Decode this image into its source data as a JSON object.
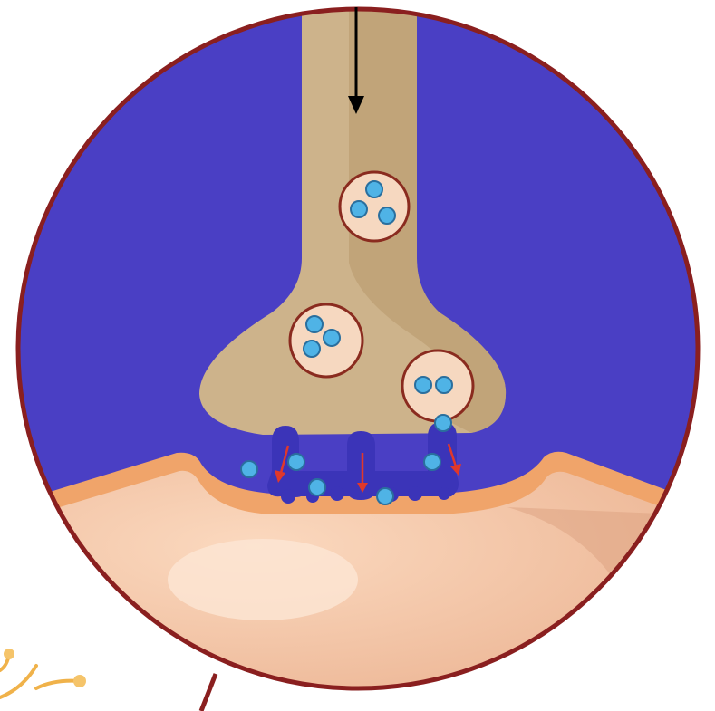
{
  "diagram": {
    "colors": {
      "synaptic_cleft": "#4a3fc4",
      "circle_border": "#8a1f1f",
      "axon": "#cdb38b",
      "axon_shade": "#b99a6e",
      "vesicle": "#f6d8c0",
      "vesicle_border": "#8a2b1f",
      "neurotransmitter": "#4fb3e6",
      "neurotransmitter_border": "#2a6f9e",
      "receptor": "#3b34b8",
      "postsynaptic": "#f7c7a3",
      "postsynaptic_edge": "#f0a46a",
      "postsynaptic_shade": "#e0a98a",
      "release_arrow": "#e0382b",
      "signal_arrow": "#000000",
      "dendrite": "#f0b24a"
    },
    "icons": [
      "signal-direction-arrow",
      "release-arrow",
      "neurotransmitter-molecule"
    ]
  }
}
